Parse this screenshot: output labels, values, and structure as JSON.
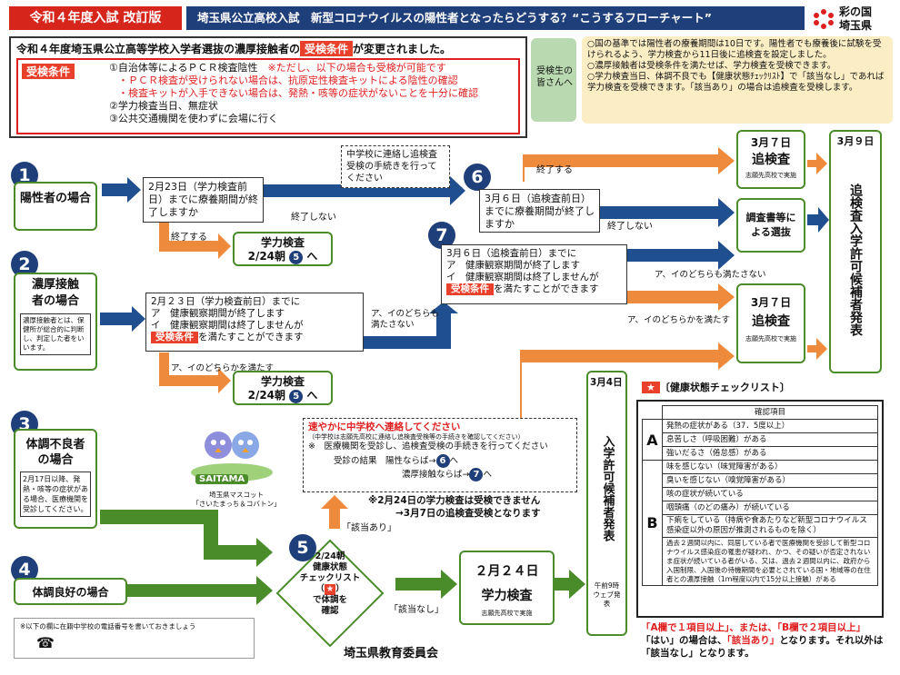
{
  "header": {
    "badge": "令和４年度入試 改訂版",
    "title": "埼玉県公立高校入試　新型コロナウイルスの陽性者となったらどうする？“こうするフローチャート”",
    "logo_text1": "彩の国",
    "logo_text2": "埼玉県"
  },
  "notice": {
    "headline_pre": "令和４年度埼玉県公立高等学校入学者選抜の濃厚接触者の",
    "headline_tag": "受検条件",
    "headline_post": "が変更されました。",
    "tag": "受検条件",
    "line1": "①自治体等によるＰＣＲ検査陰性",
    "line1_note": "※ただし、以下の場合も受検が可能です",
    "line1_b1": "・ＰＣＲ検査が受けられない場合は、抗原定性検査キットによる陰性の確認",
    "line1_b2": "・検査キットが入手できない場合は、発熱・咳等の症状がないことを十分に確認",
    "line2": "②学力検査当日、無症状",
    "line3": "③公共交通機関を使わずに会場に行く"
  },
  "students": {
    "label": "受検生の皆さんへ",
    "bullet1": "○国の基準では陽性者の療養期間は10日です。陽性者でも療養後に試験を受けられるよう、学力検査から11日後に追検査を設定しました。",
    "bullet2": "○濃厚接触者は受検条件を満たせば、学力検査を受検できます。",
    "bullet3": "○学力検査当日、体調不良でも【健康状態ﾁｪｯｸﾘｽﾄ】で「該当なし」であれば学力検査を受検できます。「該当あり」の場合は追検査を受検します。"
  },
  "case1": {
    "num": "1",
    "label": "陽性者の場合",
    "q": "2月23日（学力検査前日）までに療養期間が終了しますか",
    "not_end": "終了しない",
    "end": "終了する",
    "result": "学力検査",
    "result_date": "2/24朝"
  },
  "case2": {
    "num": "2",
    "label": "濃厚接触者の場合",
    "note": "濃厚接触者とは、保健所が総合的に判断し、判定した者をいいます。",
    "q1": "2月２３日（学力検査前日）までに",
    "qa": "ア　健康観察期間が終了します",
    "qi": "イ　健康観察期間は終了しませんが",
    "tag": "受検条件",
    "q_end": "を満たすことができます",
    "neither": "ア、イのどちらも満たさない",
    "either": "ア、イのどちらかを満たす",
    "result": "学力検査",
    "result_date": "2/24朝"
  },
  "contact": {
    "text": "中学校に連絡し追検査受検の手続きを行ってください"
  },
  "case6": {
    "num": "6",
    "q": "3月６日（追検査前日）までに療養期間が終了しますか",
    "end": "終了する",
    "not_end": "終了しない"
  },
  "case7": {
    "num": "7",
    "q1": "3月６日（追検査前日）までに",
    "qa": "ア　健康観察期間が終了します",
    "qi": "イ　健康観察期間は終了しませんが",
    "tag": "受検条件",
    "q_end": "を満たすことができます",
    "neither": "ア、イのどちらも満たさない",
    "either": "ア、イのどちらかを満たす"
  },
  "retest1": {
    "date": "3月７日",
    "label": "追検査",
    "note": "志願先高校で実施"
  },
  "survey": {
    "label": "調査書等による選抜"
  },
  "retest2": {
    "date": "3月７日",
    "label": "追検査",
    "note": "志願先高校で実施"
  },
  "announce": {
    "date": "3月９日",
    "label": "追検査入学許可候補者発表"
  },
  "case3": {
    "num": "3",
    "label": "体調不良者の場合",
    "note": "2月17日以降、発熱・咳等の症状がある場合、医療機関を受診してください。"
  },
  "case4": {
    "num": "4",
    "label": "体調良好の場合"
  },
  "mascot": {
    "name": "SAITAMA",
    "caption1": "埼玉県マスコット",
    "caption2": "「さいたまっち＆コバトン」"
  },
  "urgent": {
    "title": "速やかに中学校へ連絡してください",
    "sub": "（中学校は志願先高校に連絡し追検査受検等の手続きを確認してください）",
    "line": "※　医療機関を受診し、追検査受検の手続きを行ってください",
    "result_label": "受診の結果",
    "pos": "陽性ならば→",
    "close": "濃厚接触ならば→",
    "to": "へ",
    "n6": "6",
    "n7": "7"
  },
  "note_24": {
    "line1": "※2月24日の学力検査は受検できません",
    "line2": "→3月7日の追検査受検となります"
  },
  "check5": {
    "num": "5",
    "t1": "2/24朝",
    "t2": "健康状態",
    "t3": "チェックリスト",
    "t4": "で体調を",
    "t5": "確認",
    "star": "★",
    "paren_l": "（",
    "paren_r": "）",
    "yes": "「該当あり」",
    "no": "「該当なし」"
  },
  "exam": {
    "date": "２月２４日",
    "label": "学力検査",
    "note": "志願先高校で実施"
  },
  "announce_main": {
    "date": "3月4日",
    "label": "入学許可候補者発表",
    "time": "午前9時ウェブ発表"
  },
  "phone": {
    "note": "※以下の欄に在籍中学校の電話番号を書いておきましょう",
    "icon": "☎"
  },
  "footer": "埼玉県教育委員会",
  "checklist": {
    "star": "★",
    "title": "〔健康状態チェックリスト〕",
    "header": "確認項目",
    "A": {
      "label": "A",
      "items": [
        "発熱の症状がある（37．5度以上）",
        "息苦しさ（呼吸困難）がある",
        "強いだるさ（倦怠感）がある"
      ]
    },
    "B": {
      "label": "B",
      "items": [
        "味を感じない（味覚障害がある）",
        "臭いを感じない（嗅覚障害がある）",
        "咳の症状が続いている",
        "咽頭痛（のどの痛み）が続いている",
        "下痢をしている（持病や食あたりなど新型コロナウイルス感染症以外の原因が推測されるものを除く）",
        "過去２週間以内に、同居している者で医療機関を受診して新型コロナウイルス感染症の罹患が疑われ、かつ、その疑いが否定されないま症状が続いている者がいる、又は、過去２週間以内に、政府から入国制限、入国後の待機期間を必要とされている国・地域等の在住者との濃厚接触（1ｍ程度以内で15分以上接触）がある"
      ]
    },
    "rule1": "「A欄で１項目以上」、または、「B欄で２項目以上」",
    "rule2a": "「はい」の場合は、",
    "rule2b": "「該当あり」",
    "rule2c": "となります。それ以外は",
    "rule3a": "「該当なし」",
    "rule3b": "となります。"
  }
}
